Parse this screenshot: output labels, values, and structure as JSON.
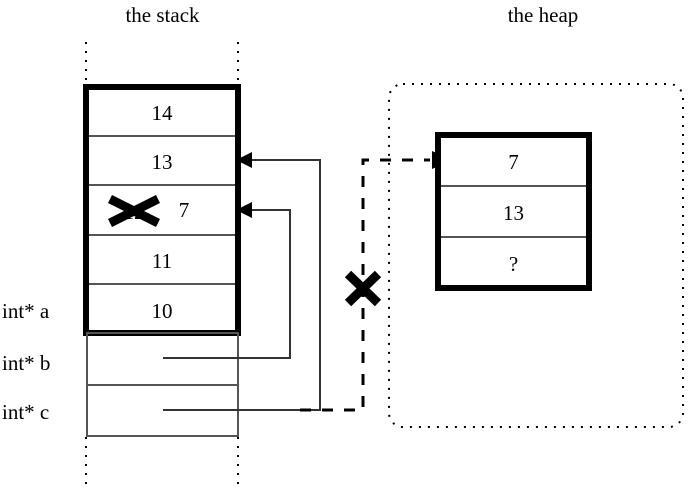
{
  "diagram": {
    "type": "memory-layout-diagram",
    "titles": {
      "stack": "the stack",
      "heap": "the heap"
    },
    "stack": {
      "values_cells": [
        {
          "value": "14",
          "struck": false
        },
        {
          "value": "13",
          "struck": false
        },
        {
          "value": "12",
          "struck": true,
          "replacement": "7"
        },
        {
          "value": "11",
          "struck": false
        },
        {
          "value": "10",
          "struck": false
        }
      ],
      "pointer_rows": [
        {
          "label": "int* a",
          "value": ""
        },
        {
          "label": "int* b",
          "value": ""
        },
        {
          "label": "int* c",
          "value": ""
        }
      ],
      "label_a": "int* a",
      "label_b": "int* b",
      "label_c": "int* c"
    },
    "heap": {
      "cells": [
        {
          "value": "7"
        },
        {
          "value": "13"
        },
        {
          "value": "?"
        }
      ]
    },
    "annotations": {
      "struck_stack_value": "12",
      "new_stack_value": "7",
      "broken_pointer_marker": "X",
      "unknown_value_marker": "?"
    },
    "colors": {
      "stroke": "#000000",
      "background": "#ffffff",
      "cell_divider": "#555555"
    }
  }
}
